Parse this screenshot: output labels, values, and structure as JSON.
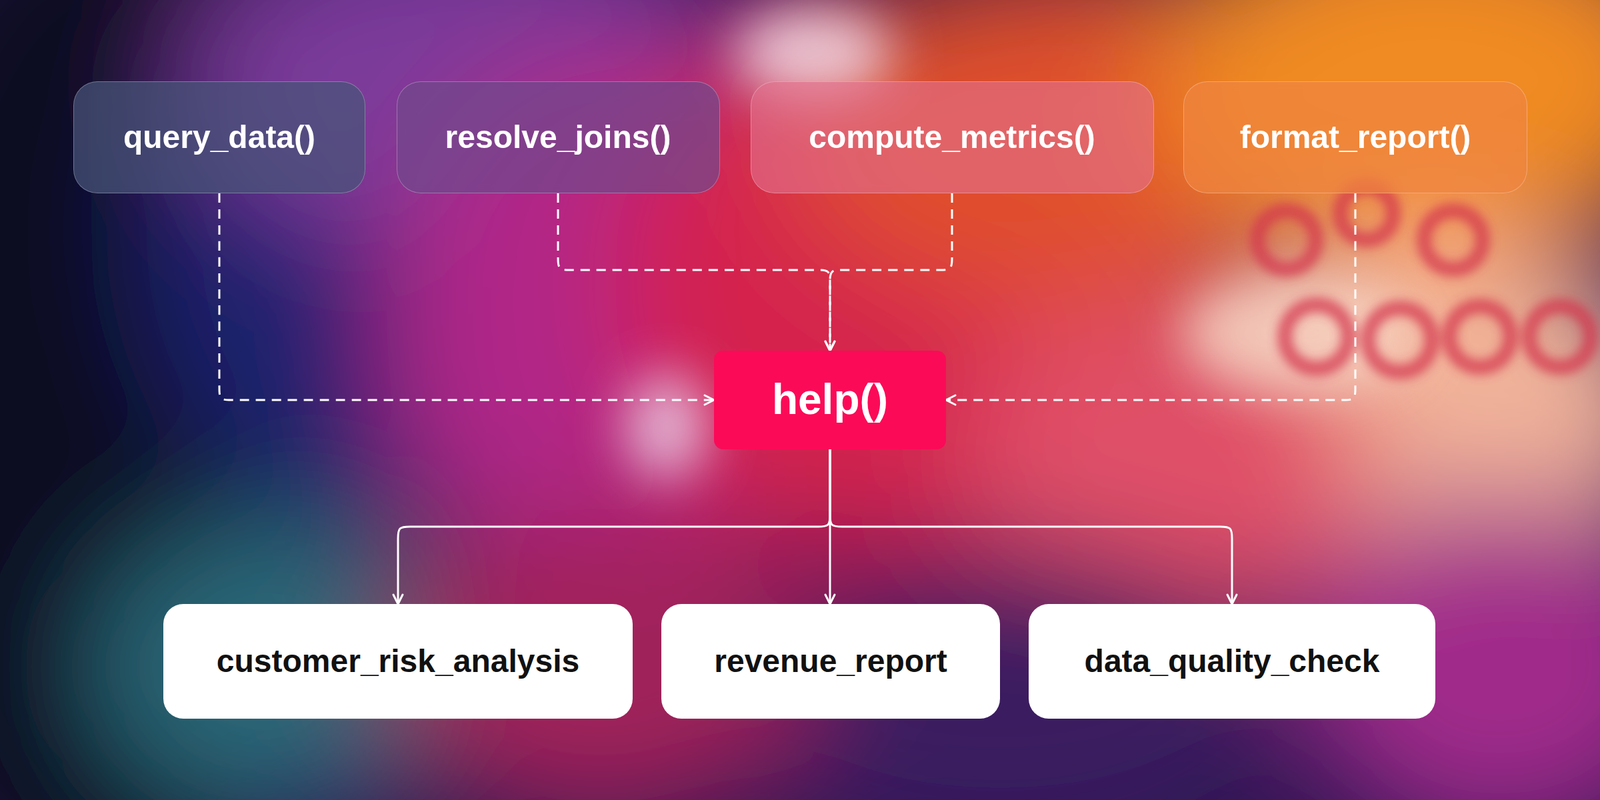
{
  "diagram": {
    "nodes": [
      {
        "text": [
          "query_data()"
        ]
      },
      {
        "text": [
          "resolve_joins()"
        ]
      },
      {
        "text": [
          "compute_metrics()"
        ]
      },
      {
        "text": [
          "format_report()"
        ]
      },
      {
        "text": [
          "help()"
        ]
      },
      {
        "text": [
          "customer_risk_analysis"
        ]
      },
      {
        "text": [
          "revenue_report"
        ]
      },
      {
        "text": [
          "data_quality_check"
        ]
      }
    ],
    "edges": [
      {
        "from": 0,
        "to": 4,
        "arrow": "to"
      },
      {
        "from": 1,
        "to": 4,
        "arrow": "to"
      },
      {
        "from": 2,
        "to": 4,
        "arrow": "to"
      },
      {
        "from": 3,
        "to": 4,
        "arrow": "to"
      },
      {
        "from": 4,
        "to": 5,
        "arrow": "to"
      },
      {
        "from": 4,
        "to": 6,
        "arrow": "to"
      },
      {
        "from": 4,
        "to": 7,
        "arrow": "to"
      }
    ]
  }
}
